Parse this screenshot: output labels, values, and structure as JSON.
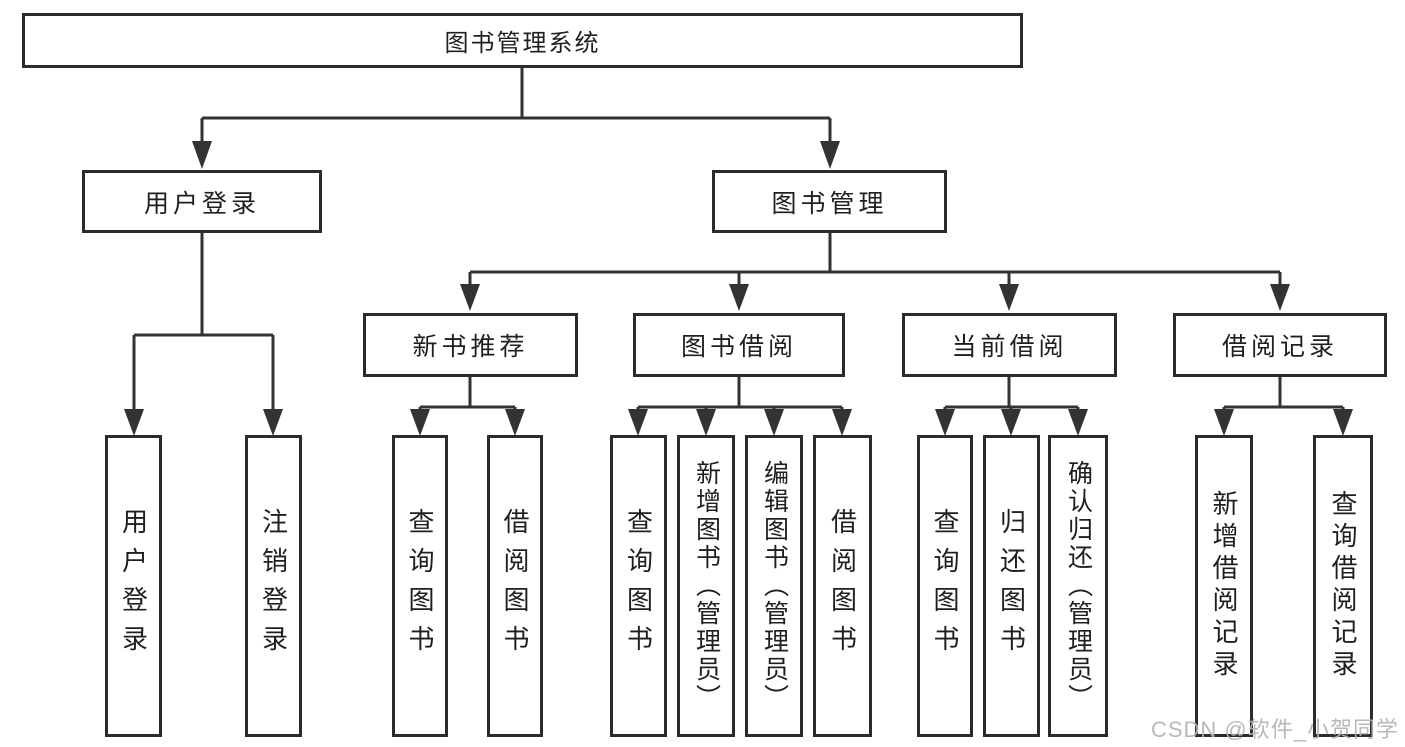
{
  "diagram_title": "图书管理系统",
  "nodes": {
    "root": {
      "label": "图书管理系统"
    },
    "user_login": {
      "label": "用户登录"
    },
    "book_mgmt": {
      "label": "图书管理"
    },
    "new_book_rec": {
      "label": "新书推荐"
    },
    "book_borrow": {
      "label": "图书借阅"
    },
    "current_borrow": {
      "label": "当前借阅"
    },
    "borrow_records": {
      "label": "借阅记录"
    },
    "user_login_leaf": {
      "label": "用户登录"
    },
    "logout_leaf": {
      "label": "注销登录"
    },
    "query_books_1": {
      "label": "查询图书"
    },
    "borrow_books_1": {
      "label": "借阅图书"
    },
    "query_books_2": {
      "label": "查询图书"
    },
    "add_books": {
      "label": "新增图书（管理员）"
    },
    "edit_books": {
      "label": "编辑图书（管理员）"
    },
    "borrow_books_2": {
      "label": "借阅图书"
    },
    "query_books_3": {
      "label": "查询图书"
    },
    "return_books": {
      "label": "归还图书"
    },
    "confirm_return": {
      "label": "确认归还（管理员）"
    },
    "add_borrow_record": {
      "label": "新增借阅记录"
    },
    "query_borrow_record": {
      "label": "查询借阅记录"
    }
  },
  "edges": [
    [
      "root",
      "user_login"
    ],
    [
      "root",
      "book_mgmt"
    ],
    [
      "user_login",
      "user_login_leaf"
    ],
    [
      "user_login",
      "logout_leaf"
    ],
    [
      "book_mgmt",
      "new_book_rec"
    ],
    [
      "book_mgmt",
      "book_borrow"
    ],
    [
      "book_mgmt",
      "current_borrow"
    ],
    [
      "book_mgmt",
      "borrow_records"
    ],
    [
      "new_book_rec",
      "query_books_1"
    ],
    [
      "new_book_rec",
      "borrow_books_1"
    ],
    [
      "book_borrow",
      "query_books_2"
    ],
    [
      "book_borrow",
      "add_books"
    ],
    [
      "book_borrow",
      "edit_books"
    ],
    [
      "book_borrow",
      "borrow_books_2"
    ],
    [
      "current_borrow",
      "query_books_3"
    ],
    [
      "current_borrow",
      "return_books"
    ],
    [
      "current_borrow",
      "confirm_return"
    ],
    [
      "borrow_records",
      "add_borrow_record"
    ],
    [
      "borrow_records",
      "query_borrow_record"
    ]
  ],
  "watermark": "CSDN @软件_小贺同学",
  "colors": {
    "line": "#333333",
    "box_border": "#2b2b2b",
    "text": "#1f1f1f",
    "background": "#ffffff",
    "watermark": "#b3b3b3"
  }
}
